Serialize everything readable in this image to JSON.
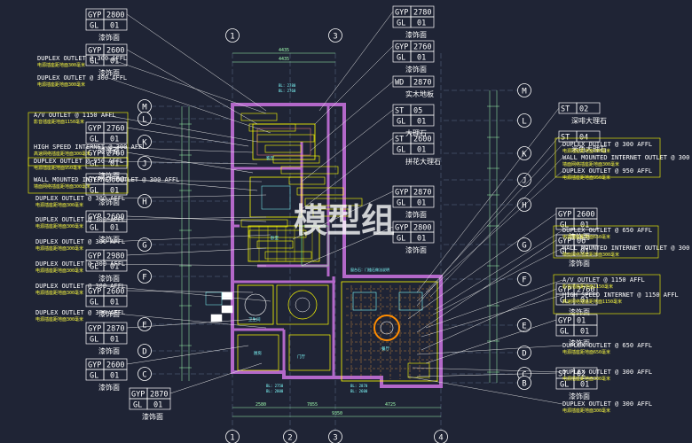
{
  "colors": {
    "background": "#1f2435",
    "tag_border": "#ffffff",
    "tag_text": "#ffffff",
    "label_text": "#ffffff",
    "note_text": "#ffff40",
    "leader": "#e6e6e6",
    "wall": "#b368c9",
    "plan": "#ffff00",
    "dim": "#a0ffb0",
    "axis": "#ffffff"
  },
  "watermark": "模型组",
  "tags_left": [
    {
      "code": "GYP",
      "num": "2800",
      "sub": "GL",
      "sub_num": "01",
      "label": "漆饰面"
    },
    {
      "code": "GYP",
      "num": "2600",
      "sub": "GL",
      "sub_num": "01",
      "label": "漆饰面"
    },
    {
      "code": "GYP",
      "num": "2760",
      "sub": "GL",
      "sub_num": "01",
      "label": "漆饰面"
    },
    {
      "code": "GYP",
      "num": "2760",
      "sub": "GL",
      "sub_num": "01",
      "label": "漆饰面"
    },
    {
      "code": "GYP",
      "num": "2600",
      "sub": "GL",
      "sub_num": "01",
      "label": "漆饰面"
    },
    {
      "code": "GYP",
      "num": "2600",
      "sub": "GL",
      "sub_num": "01",
      "label": "漆饰面"
    },
    {
      "code": "GYP",
      "num": "2980",
      "sub": "GL",
      "sub_num": "01",
      "label": "漆饰面"
    },
    {
      "code": "GYP",
      "num": "2600",
      "sub": "GL",
      "sub_num": "01",
      "label": "漆饰面"
    },
    {
      "code": "GYP",
      "num": "2870",
      "sub": "GL",
      "sub_num": "01",
      "label": "漆饰面"
    },
    {
      "code": "GYP",
      "num": "2600",
      "sub": "GL",
      "sub_num": "01",
      "label": "漆饰面"
    },
    {
      "code": "GYP",
      "num": "2870",
      "sub": "GL",
      "sub_num": "01",
      "label": "漆饰面"
    }
  ],
  "tags_mid": [
    {
      "code": "GYP",
      "num": "2780",
      "sub": "GL",
      "sub_num": "01",
      "label": "漆饰面"
    },
    {
      "code": "GYP",
      "num": "2760",
      "sub": "GL",
      "sub_num": "01",
      "label": "漆饰面"
    },
    {
      "code": "WD",
      "num": "2870",
      "sub": "",
      "sub_num": "",
      "label": "实木地板"
    },
    {
      "code": "ST",
      "num": "05",
      "sub": "GL",
      "sub_num": "01",
      "label": "大理石"
    },
    {
      "code": "ST",
      "num": "2600",
      "sub": "GL",
      "sub_num": "01",
      "label": "拼花大理石"
    },
    {
      "code": "GYP",
      "num": "2870",
      "sub": "GL",
      "sub_num": "01",
      "label": "漆饰面"
    },
    {
      "code": "GYP",
      "num": "2800",
      "sub": "GL",
      "sub_num": "01",
      "label": "漆饰面"
    }
  ],
  "tags_right": [
    {
      "code": "ST",
      "num": "02",
      "sub": "",
      "sub_num": "",
      "label": "深啡大理石"
    },
    {
      "code": "ST",
      "num": "04",
      "sub": "",
      "sub_num": "",
      "label": "米色大理石"
    },
    {
      "code": "GYP",
      "num": "2600",
      "sub": "GL",
      "sub_num": "01",
      "label": "漆饰面"
    },
    {
      "code": "GYP",
      "num": "06",
      "sub": "GL",
      "sub_num": "01",
      "label": "漆饰面"
    },
    {
      "code": "GYP",
      "num": "2760",
      "sub": "GL",
      "sub_num": "01",
      "label": "漆饰面"
    },
    {
      "code": "GYP",
      "num": "01",
      "sub": "GL",
      "sub_num": "01",
      "label": "漆饰面"
    },
    {
      "code": "ST",
      "num": "02",
      "sub": "GL",
      "sub_num": "01",
      "label": "漆饰面"
    }
  ],
  "notes_left": [
    {
      "title": "DUPLEX OUTLET @ 300 AFFL",
      "cn": "电源插座距地面300毫米"
    },
    {
      "title": "DUPLEX OUTLET @ 300 AFFL",
      "cn": "电源插座距地面300毫米"
    },
    {
      "title": "A/V OUTLET @ 1150 AFFL",
      "cn": "影音插座距地面1150毫米"
    },
    {
      "title": "HIGH SPEED INTERNET @ 300 AFFL",
      "cn": "高速网络插座距地面300毫米"
    },
    {
      "title": "DUPLEX OUTLET @ 950 AFFL",
      "cn": "电源插座距地面950毫米"
    },
    {
      "title": "WALL MOUNTED INTERNET OUTLET @ 300 AFFL",
      "cn": "墙面网络插座距地面300毫米"
    },
    {
      "title": "DUPLEX OUTLET @ 300 AFFL",
      "cn": "电源插座距地面300毫米"
    },
    {
      "title": "DUPLEX OUTLET @ 300 AFFL",
      "cn": "电源插座距地面300毫米"
    },
    {
      "title": "DUPLEX OUTLET @ 300 AFFL",
      "cn": "电源插座距地面300毫米"
    },
    {
      "title": "DUPLEX OUTLET @ 300 AFFL",
      "cn": "电源插座距地面300毫米"
    },
    {
      "title": "DUPLEX OUTLET @ 300 AFFL",
      "cn": "电源插座距地面300毫米"
    },
    {
      "title": "DUPLEX OUTLET @ 300 AFFL",
      "cn": "电源插座距地面300毫米"
    }
  ],
  "notes_right": [
    {
      "title": "DUPLEX OUTLET @ 300 AFFL",
      "cn": "电源插座距地面300毫米"
    },
    {
      "title": "WALL MOUNTED INTERNET OUTLET @ 300 AFFL",
      "cn": "墙面网络插座距地面300毫米"
    },
    {
      "title": "DUPLEX OUTLET @ 950 AFFL",
      "cn": "电源插座距地面950毫米"
    },
    {
      "title": "DUPLEX OUTLET @ 650 AFFL",
      "cn": "电源插座距地面650毫米"
    },
    {
      "title": "WALL MOUNTED INTERNET OUTLET @ 300 AFFL",
      "cn": "墙面网络插座距地面300毫米"
    },
    {
      "title": "A/V OUTLET @ 1150 AFFL",
      "cn": "影音插座距地面1150毫米"
    },
    {
      "title": "HIGH SPEED INTERNET @ 1150 AFFL",
      "cn": "高速网络插座距地面1150毫米"
    },
    {
      "title": "DUPLEX OUTLET @ 650 AFFL",
      "cn": "电源插座距地面650毫米"
    },
    {
      "title": "DUPLEX OUTLET @ 300 AFFL",
      "cn": "电源插座距地面300毫米"
    },
    {
      "title": "DUPLEX OUTLET @ 300 AFFL",
      "cn": "电源插座距地面300毫米"
    }
  ],
  "grid_top": [
    "1",
    "3"
  ],
  "grid_bottom": [
    "1",
    "2",
    "3",
    "4"
  ],
  "grid_left": [
    "M",
    "L",
    "K",
    "J",
    "H",
    "G",
    "F",
    "E",
    "D",
    "C"
  ],
  "grid_right": [
    "M",
    "L",
    "K",
    "J",
    "H",
    "G",
    "F",
    "E",
    "D",
    "C",
    "B"
  ],
  "dims_top": [
    "4435",
    "4435"
  ],
  "dims_bottom": [
    "2580",
    "7855",
    "4725",
    "9350"
  ],
  "room_labels": [
    "客厅",
    "卫生间",
    "卧室",
    "厨房",
    "餐厅",
    "门厅"
  ],
  "plan_note": "窗台石：门槛石做法说明"
}
